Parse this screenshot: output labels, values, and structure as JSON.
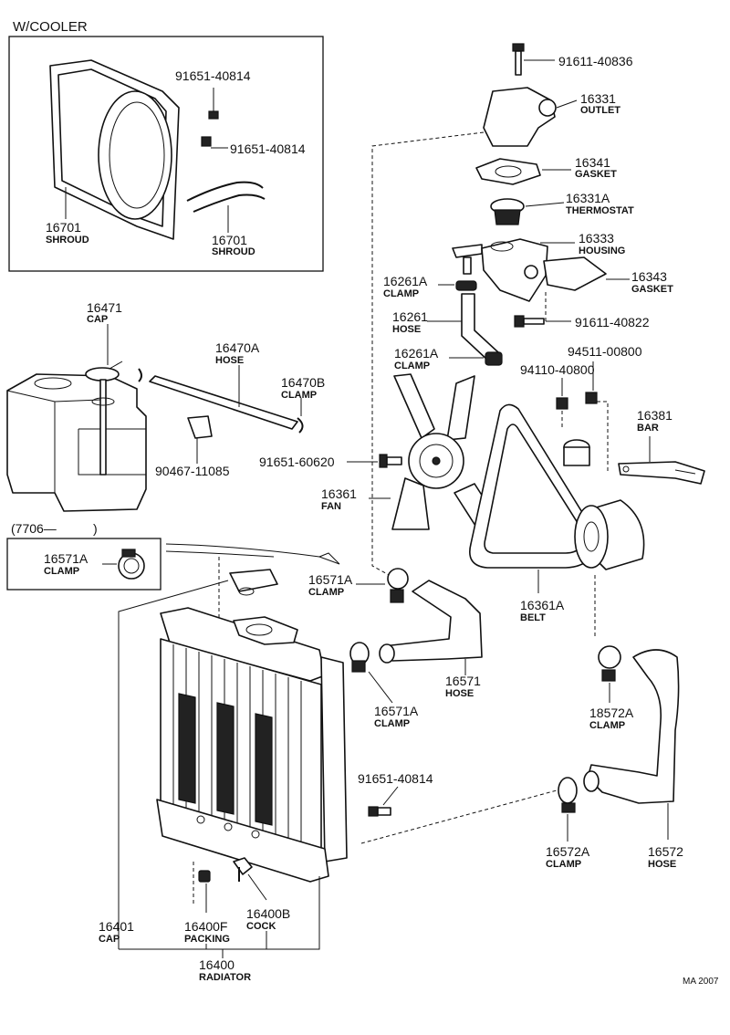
{
  "inset_cooler": {
    "title": "W/COOLER",
    "labels": {
      "bolt_a": "91651-40814",
      "bolt_b": "91651-40814",
      "shroud_left_pn": "16701",
      "shroud_left_name": "SHROUD",
      "shroud_right_pn": "16701",
      "shroud_right_name": "SHROUD"
    }
  },
  "inset_clamp": {
    "title_left": "(7706—",
    "title_right": ")",
    "clamp_pn": "16571A",
    "clamp_name": "CLAMP"
  },
  "parts": {
    "bolt_top": {
      "pn": "91611-40836"
    },
    "outlet": {
      "pn": "16331",
      "name": "OUTLET"
    },
    "gasket_outlet": {
      "pn": "16341",
      "name": "GASKET"
    },
    "thermostat": {
      "pn": "16331A",
      "name": "THERMOSTAT"
    },
    "housing": {
      "pn": "16333",
      "name": "HOUSING"
    },
    "gasket_housing": {
      "pn": "16343",
      "name": "GASKET"
    },
    "clamp_upper_a": {
      "pn": "16261A",
      "name": "CLAMP"
    },
    "bypass_hose": {
      "pn": "16261",
      "name": "HOSE"
    },
    "bolt_housing": {
      "pn": "91611-40822"
    },
    "clamp_lower_a": {
      "pn": "16261A",
      "name": "CLAMP"
    },
    "reservoir_cap": {
      "pn": "16471",
      "name": "CAP"
    },
    "overflow_hose": {
      "pn": "16470A",
      "name": "HOSE"
    },
    "hose_clamp_b": {
      "pn": "16470B",
      "name": "CLAMP"
    },
    "reservoir_bolt": {
      "pn": "90467-11085"
    },
    "fan_bolt": {
      "pn": "91651-60620"
    },
    "bar_bolt": {
      "pn": "94511-00800"
    },
    "bar_nut": {
      "pn": "94110-40800"
    },
    "bar": {
      "pn": "16381",
      "name": "BAR"
    },
    "fan": {
      "pn": "16361",
      "name": "FAN"
    },
    "belt": {
      "pn": "16361A",
      "name": "BELT"
    },
    "clamp_upper_hose": {
      "pn": "16571A",
      "name": "CLAMP"
    },
    "upper_hose": {
      "pn": "16571",
      "name": "HOSE"
    },
    "clamp_radiator_inlet": {
      "pn": "16571A",
      "name": "CLAMP"
    },
    "clamp_lower_hose_top": {
      "pn": "18572A",
      "name": "CLAMP"
    },
    "radiator_bolt": {
      "pn": "91651-40814"
    },
    "clamp_lower_hose_bottom": {
      "pn": "16572A",
      "name": "CLAMP"
    },
    "lower_hose": {
      "pn": "16572",
      "name": "HOSE"
    },
    "radiator_cap": {
      "pn": "16401",
      "name": "CAP"
    },
    "drain_packing": {
      "pn": "16400F",
      "name": "PACKING"
    },
    "drain_cock": {
      "pn": "16400B",
      "name": "COCK"
    },
    "radiator": {
      "pn": "16400",
      "name": "RADIATOR"
    }
  },
  "footer_code": "MA 2007"
}
